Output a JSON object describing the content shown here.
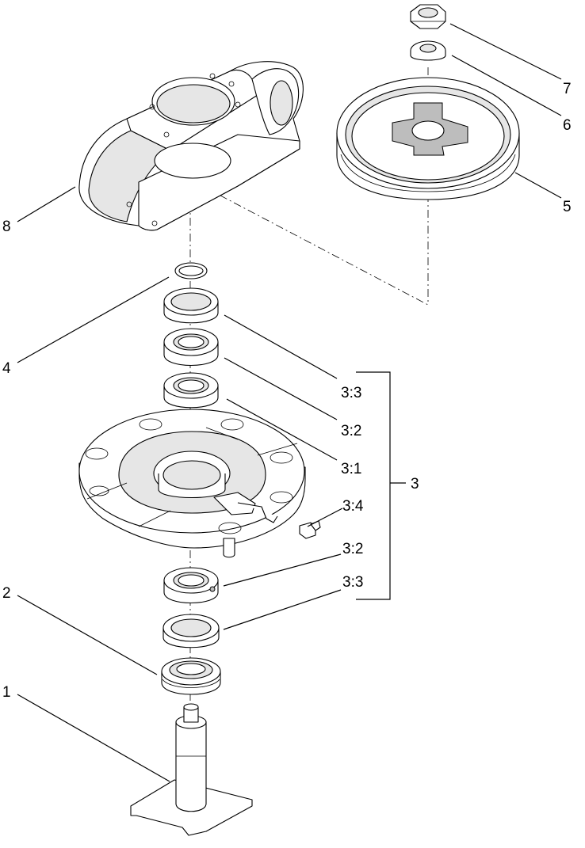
{
  "callouts": [
    {
      "id": "part-7",
      "label": "7"
    },
    {
      "id": "part-6",
      "label": "6"
    },
    {
      "id": "part-5",
      "label": "5"
    },
    {
      "id": "part-8",
      "label": "8"
    },
    {
      "id": "part-4",
      "label": "4"
    },
    {
      "id": "part-3-3-top",
      "label": "3:3"
    },
    {
      "id": "part-3-2-top",
      "label": "3:2"
    },
    {
      "id": "part-3-1",
      "label": "3:1"
    },
    {
      "id": "part-3",
      "label": "3"
    },
    {
      "id": "part-3-4",
      "label": "3:4"
    },
    {
      "id": "part-3-2-bottom",
      "label": "3:2"
    },
    {
      "id": "part-3-3-bottom",
      "label": "3:3"
    },
    {
      "id": "part-2",
      "label": "2"
    },
    {
      "id": "part-1",
      "label": "1"
    }
  ]
}
